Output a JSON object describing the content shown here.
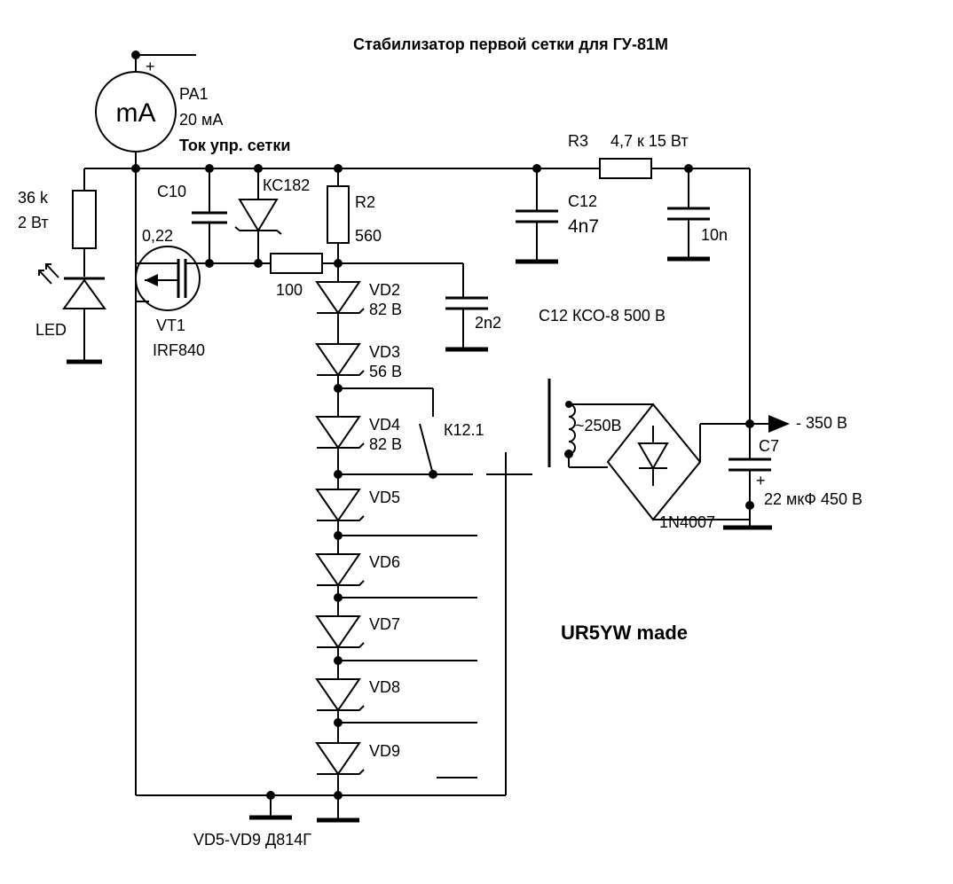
{
  "title": "Стабилизатор первой сетки для ГУ-81М",
  "author": "UR5YW made",
  "meter": {
    "symbol": "mA",
    "ref": "PA1",
    "value": "20 мА",
    "desc": "Ток упр. сетки",
    "plus": "+"
  },
  "r_led": {
    "value": "36 k",
    "power": "2 Вт"
  },
  "led": "LED",
  "c10": {
    "ref": "C10",
    "value": "0,22"
  },
  "kc182": "КС182",
  "r2": {
    "ref": "R2",
    "value": "560"
  },
  "r100": "100",
  "vt1": {
    "ref": "VT1",
    "type": "IRF840"
  },
  "r3": {
    "ref": "R3",
    "value": "4,7 к 15 Вт"
  },
  "c12": {
    "ref": "C12",
    "value": "4n7",
    "note": "С12 КСО-8 500 В"
  },
  "c10n": "10n",
  "c2n2": "2n2",
  "zeners": [
    {
      "ref": "VD2",
      "voltage": "82 В"
    },
    {
      "ref": "VD3",
      "voltage": "56 В"
    },
    {
      "ref": "VD4",
      "voltage": "82 В"
    },
    {
      "ref": "VD5",
      "voltage": ""
    },
    {
      "ref": "VD6",
      "voltage": ""
    },
    {
      "ref": "VD7",
      "voltage": ""
    },
    {
      "ref": "VD8",
      "voltage": ""
    },
    {
      "ref": "VD9",
      "voltage": ""
    }
  ],
  "relay": "К12.1",
  "transformer": "~250В",
  "output": "- 350 В",
  "c7": {
    "ref": "C7",
    "plus": "+",
    "value": "22 мкФ 450 В"
  },
  "bridge": "1N4007",
  "footnote": "VD5-VD9 Д814Г"
}
